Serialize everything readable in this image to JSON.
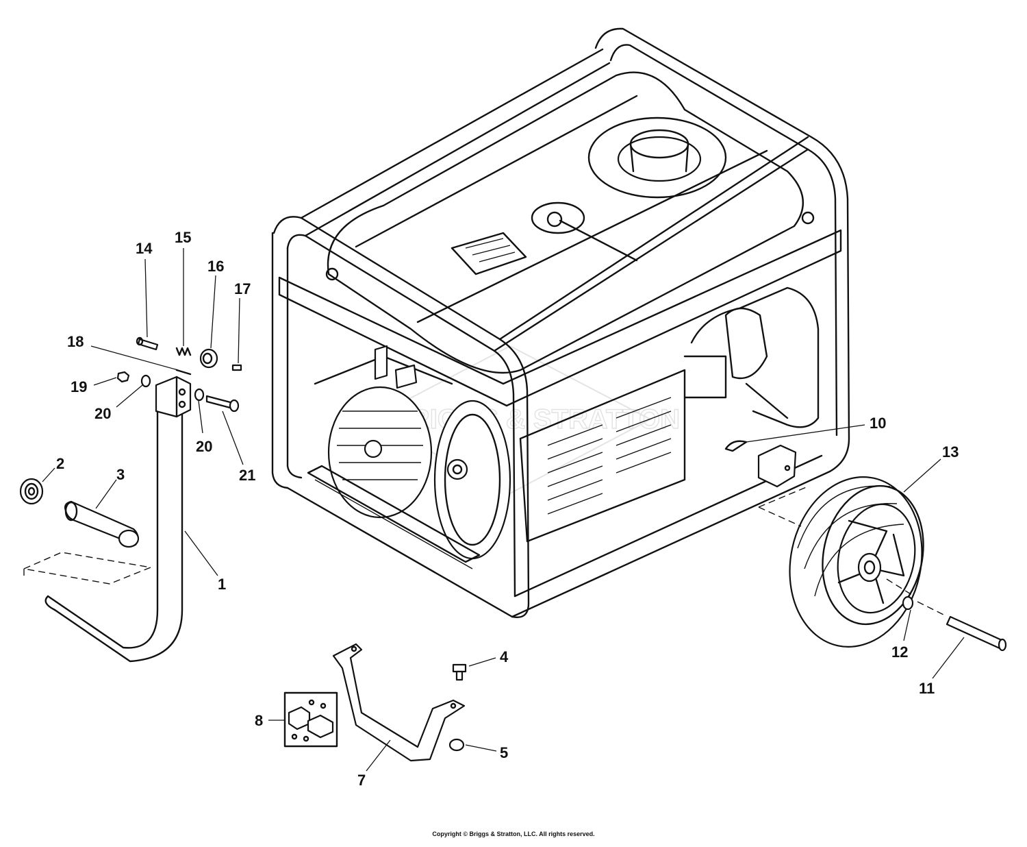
{
  "callouts": [
    {
      "id": "c1",
      "label": "1"
    },
    {
      "id": "c2",
      "label": "2"
    },
    {
      "id": "c3",
      "label": "3"
    },
    {
      "id": "c4",
      "label": "4"
    },
    {
      "id": "c5",
      "label": "5"
    },
    {
      "id": "c7",
      "label": "7"
    },
    {
      "id": "c8",
      "label": "8"
    },
    {
      "id": "c10",
      "label": "10"
    },
    {
      "id": "c11",
      "label": "11"
    },
    {
      "id": "c12",
      "label": "12"
    },
    {
      "id": "c13",
      "label": "13"
    },
    {
      "id": "c14",
      "label": "14"
    },
    {
      "id": "c15",
      "label": "15"
    },
    {
      "id": "c16",
      "label": "16"
    },
    {
      "id": "c17",
      "label": "17"
    },
    {
      "id": "c18",
      "label": "18"
    },
    {
      "id": "c19",
      "label": "19"
    },
    {
      "id": "c20a",
      "label": "20"
    },
    {
      "id": "c20b",
      "label": "20"
    },
    {
      "id": "c21",
      "label": "21"
    }
  ],
  "watermark": "BRIGGS & STRATTON",
  "copyright": "Copyright © Briggs & Stratton, LLC. All rights reserved."
}
